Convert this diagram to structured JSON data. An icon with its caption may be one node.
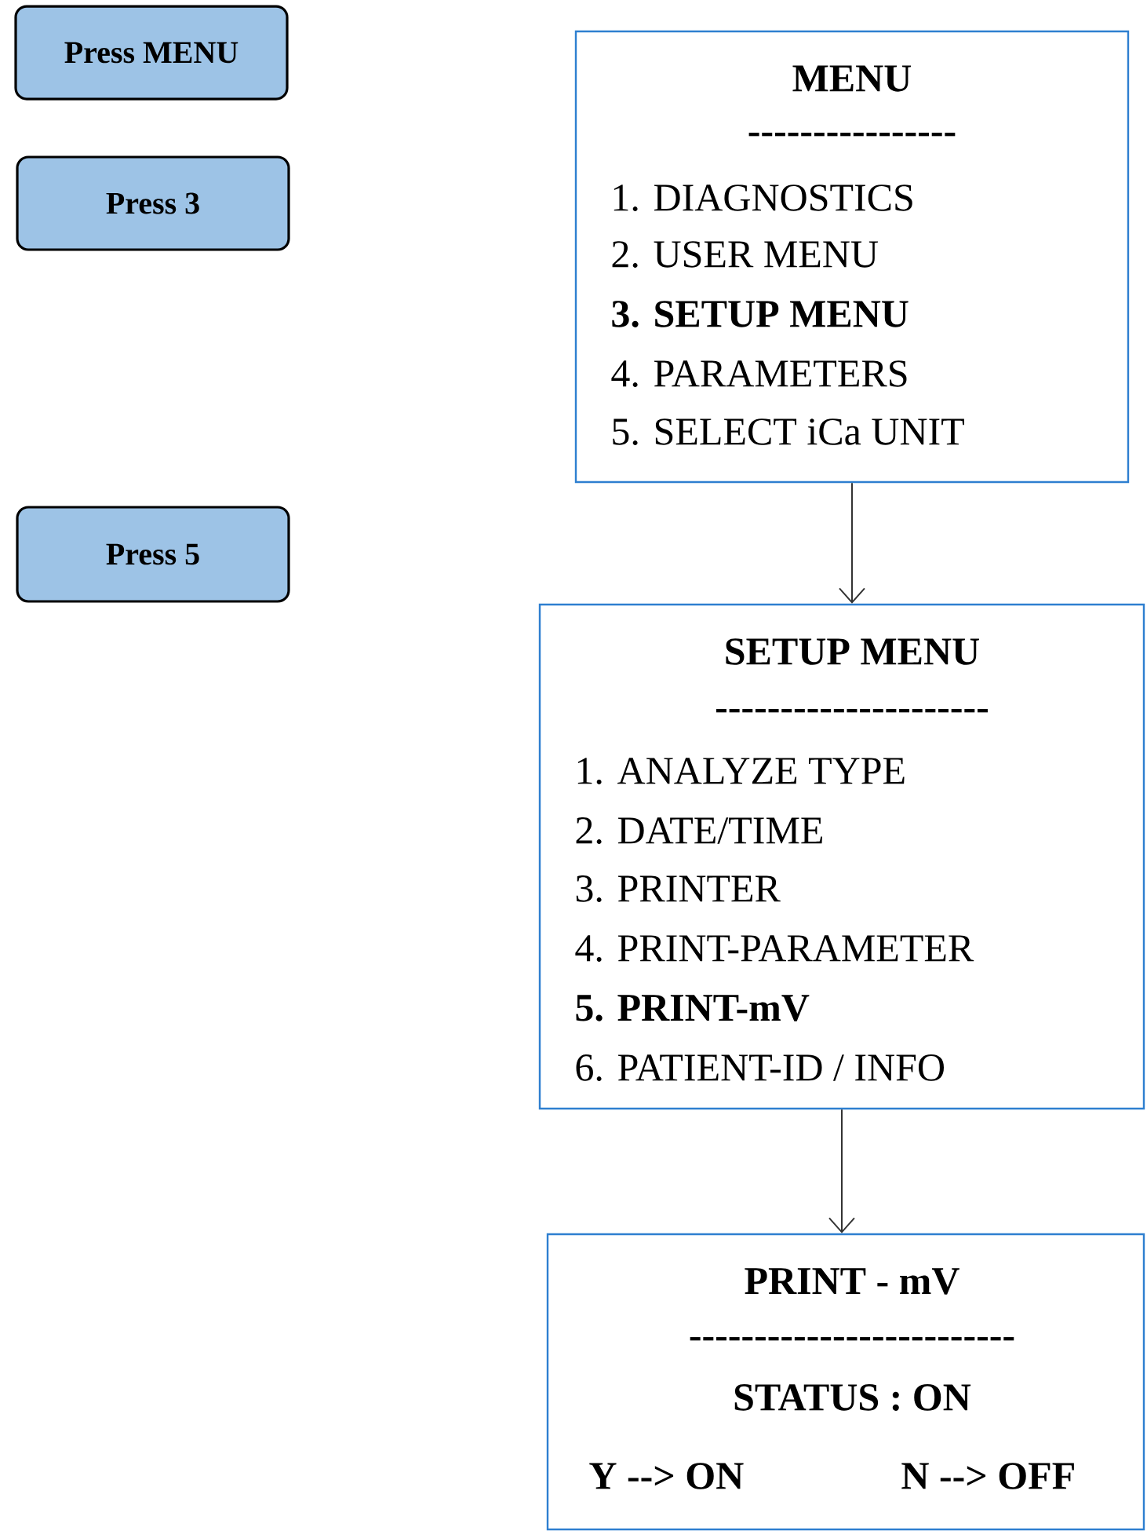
{
  "diagram": {
    "nodes": [
      {
        "text": [
          "Press MENU"
        ]
      },
      {
        "text": [
          "Press 3"
        ]
      },
      {
        "text": [
          "Press 5"
        ]
      },
      {
        "text": [
          "MENU",
          "----------------",
          "1.  DIAGNOSTICS",
          "2.  USER MENU",
          "3.  SETUP MENU",
          "4.  PARAMETERS",
          "5.  SELECT iCa UNIT"
        ]
      },
      {
        "text": [
          "SETUP MENU",
          "---------------------",
          "1.  ANALYZE TYPE",
          "2.  DATE/TIME",
          "3.  PRINTER",
          "4.  PRINT-PARAMETER",
          "5.  PRINT-mV",
          "6.  PATIENT-ID / INFO"
        ]
      },
      {
        "text": [
          "PRINT - mV",
          "-------------------------",
          "STATUS : ON",
          "Y --> ON",
          "N --> OFF"
        ]
      }
    ],
    "edges": [
      {
        "from": 3,
        "to": 4,
        "arrow": "to"
      },
      {
        "from": 4,
        "to": 5,
        "arrow": "to"
      }
    ]
  }
}
